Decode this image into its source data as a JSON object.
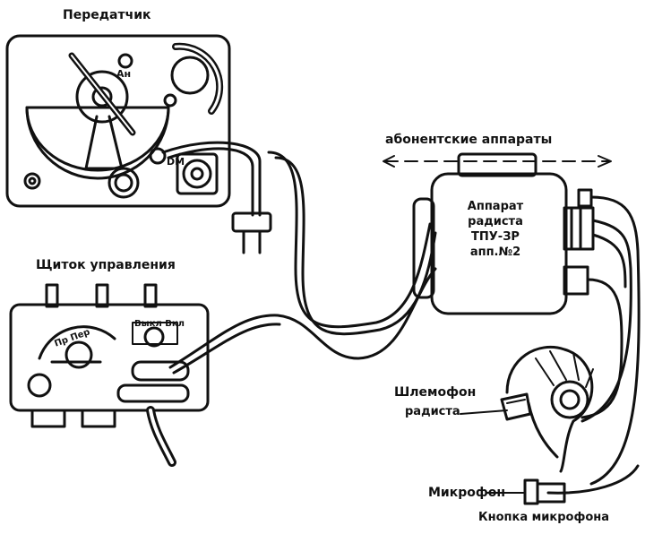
{
  "labels": {
    "transmitter": "Передатчик",
    "transmitter_an": "Ан",
    "transmitter_dm": "DM",
    "control_panel": "Щиток управления",
    "control_selector": "Выкл Вкл",
    "control_dial": "Пр Пер",
    "subscriber_apparatus": "абонентские аппараты",
    "unit_lines": [
      "Аппарат",
      "радиста",
      "ТПУ-ЗР",
      "апп.№2"
    ],
    "headset": [
      "Шлемофон",
      "радиста"
    ],
    "microphone": "Микрофон",
    "mic_button": "Кнопка микрофона"
  },
  "colors": {
    "ink": "#111111",
    "paper": "#ffffff"
  }
}
